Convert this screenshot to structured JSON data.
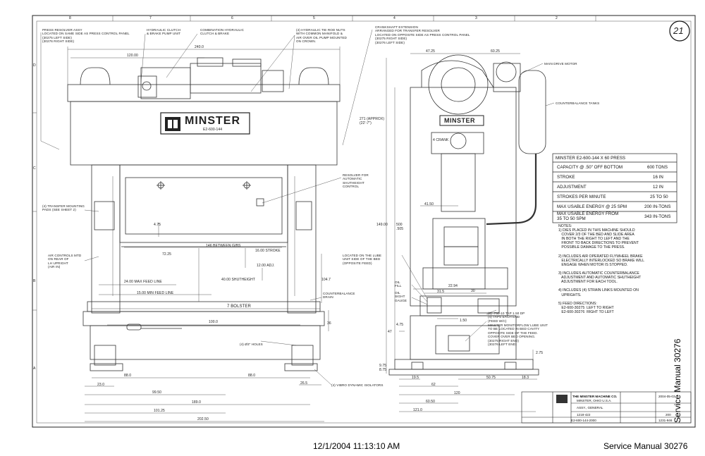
{
  "drawing": {
    "company_logo": "MINSTER",
    "model_plate": "E2-600-144",
    "sheet_number": "21",
    "col_markers": [
      "8",
      "7",
      "6",
      "5",
      "4",
      "3",
      "2"
    ],
    "row_markers": [
      "D",
      "C",
      "B",
      "A"
    ]
  },
  "callouts": {
    "resolver_assy": "PRESS RESOLVER ASSY\nLOCATED ON SAME SIDE AS PRESS CONTROL PANEL\n(30275 LEFT SIDE)\n(30276 RIGHT SIDE)",
    "hydraulic_clutch": "HYDRAULIC CLUTCH\n& BRAKE PUMP UNIT",
    "combination_hydraulic": "COMBINATION HYDRAULIC\nCLUTCH & BRAKE",
    "tie_rod_nuts": "(4) HYDRAULIC TIE ROD NUTS\nWITH COMMON MANIFOLD &\nAIR OVER OIL PUMP MOUNTED\nON CROWN.",
    "crankshaft_extension": "CRANKSHAFT EXTENSION\nARRANGED FOR TRANSFER RESOLVER\nLOCATED ON OPPOSITE SIDE AS PRESS CONTROL PANEL\n(30275 RIGHT SIDE)\n(30276 LEFT SIDE)",
    "main_drive_motor": "MAIN DRIVE MOTOR",
    "counterbalance_tanks": "COUNTERBALANCE TANKS",
    "resolver_shutheight": "RESOLVER FOR\nAUTOMATIC\nSHUTHEIGHT\nCONTROL",
    "transfer_pads": "(4) TRANSFER MOUNTING\nPADS (SEE SHEET 2)",
    "air_controls": "AIR CONTROLS MTD\nON REAR OF\nLH UPRIGHT\n(AIR IN)",
    "lube_unit_side": "LOCATED ON THE LUBE\nUNIT SIDE OF THE BED\n(OPPOSITE FEED)",
    "oil_fill": "OIL\nFILL",
    "oil_sight_gauge": "OIL\nSIGHT\nGAUGE",
    "counterbalance_drain": "COUNTERBALANCE\nDRAIN",
    "holes": "(4) Ø3\" HOLES",
    "vibro_isolators": "(4) VIBRO DYNAMIC ISOLATORS",
    "tap": "(8) .750-10 TAP 1.50 DP\n(4) TAPS EACH END\n(FEED W/C)",
    "monitorflow": "MINSTER MONITORFLOW LUBE UNIT\nTO BE LOCATED IN BED CAVITY\nOPPOSITE SIDE OF THE FEED.\nCOVER OVER BED OPENING.\n(30275 RIGHT END)\n(30276 LEFT END)"
  },
  "dimensions": {
    "d240": "240.0",
    "d120": "120.00",
    "d4725": "47.25",
    "d6025": "60.25",
    "d271": "271 (APPROX)\n(22'-7\")",
    "crank": "4 CRANK",
    "d4150": "41.50",
    "d149": "149.00",
    "d500": "500\n.505",
    "d475": "4.75",
    "d146": "146 BETWEEN GIBS",
    "d7225": "72.25",
    "d16": "16.00 STROKE",
    "d12": "12.00 ADJ.",
    "d40": "40.00 SHUTHEIGHT",
    "d24": "24.00 MAX FEED LINE",
    "d15": "15.00 MIN FEED LINE",
    "d1047": "104.7",
    "bolster": "7 BOLSTER",
    "d100": "100.0",
    "d36": "36",
    "d2294": "22.94",
    "d30": "30",
    "d315": "31.5",
    "d150": "1.50",
    "d475b": "4.75",
    "d47": "47",
    "d88a": "88.0",
    "d88b": "88.0",
    "d23": "23.0",
    "d9950": "99.50",
    "d189": "189.0",
    "d10125": "101.25",
    "d20250": "202.50",
    "d265": "26.5",
    "d975": "9.75\n8.75",
    "d195": "19.5",
    "d62": "62",
    "d120b": "120",
    "d6050": "60.50",
    "d121": "121.0",
    "d5075": "50.75",
    "d183": "18.3",
    "d275": "2.75"
  },
  "specs": {
    "title": "MINSTER   E2-600-144 X 60 PRESS",
    "rows": [
      {
        "label": "CAPACITY @ .50\" OFF BOTTOM",
        "value": "600 TONS"
      },
      {
        "label": "STROKE",
        "value": "16 IN"
      },
      {
        "label": "ADJUSTMENT",
        "value": "12 IN"
      },
      {
        "label": "STROKES PER MINUTE",
        "value": "25 TO 50"
      },
      {
        "label": "MAX USABLE ENERGY @ 25 SPM",
        "value": "200 IN-TONS"
      },
      {
        "label": "MAX USABLE ENERGY FROM\n35 TO 50 SPM",
        "value": "343 IN-TONS"
      }
    ]
  },
  "notes": {
    "text": "NOTES:\n1) DIES PLACED IN THIS MACHINE SHOULD\n   COVER 2/3 OF THE BED AND SLIDE AREA\n   IN BOTH THE RIGHT TO LEFT AND THE\n   FRONT TO BACK DIRECTIONS TO PREVENT\n   POSSIBLE DAMAGE TO THE PRESS.\n\n2) INCLUDES AIR OPERATED FLYWHEEL BRAKE\n   ELECTRICALLY INTERLOCKED SO BRAKE WILL\n   ENGAGE WHEN MOTOR IS STOPPED.\n\n3) INCLUDES AUTOMATIC COUNTERBALANCE\n   ADJUSTMENT AND AUTOMATIC SHUTHEIGHT\n   ADJUSTMENT FOR EACH TOOL.\n\n4) INCLUDES (4) STRAIN LINKS MOUNTED ON\n   UPRIGHTS.\n\n5) FEED DIRECTIONS:\n   E2-600-30275  LEFT TO RIGHT\n   E2-600-30276  RIGHT TO LEFT"
  },
  "title_block": {
    "company": "THE MINSTER MACHINE CO.",
    "location": "MINSTER, OHIO U.S.A.",
    "description": "ASSY., GENERAL",
    "date": "2004-05-03",
    "part_no": "1218-422",
    "model": "E2-600-144-2000",
    "sheet": "1231-946",
    "rev": "200"
  },
  "footer": {
    "timestamp": "12/1/2004 11:13:10 AM",
    "manual": "Service Manual 30276",
    "side_label": "Service Manual 30276"
  }
}
